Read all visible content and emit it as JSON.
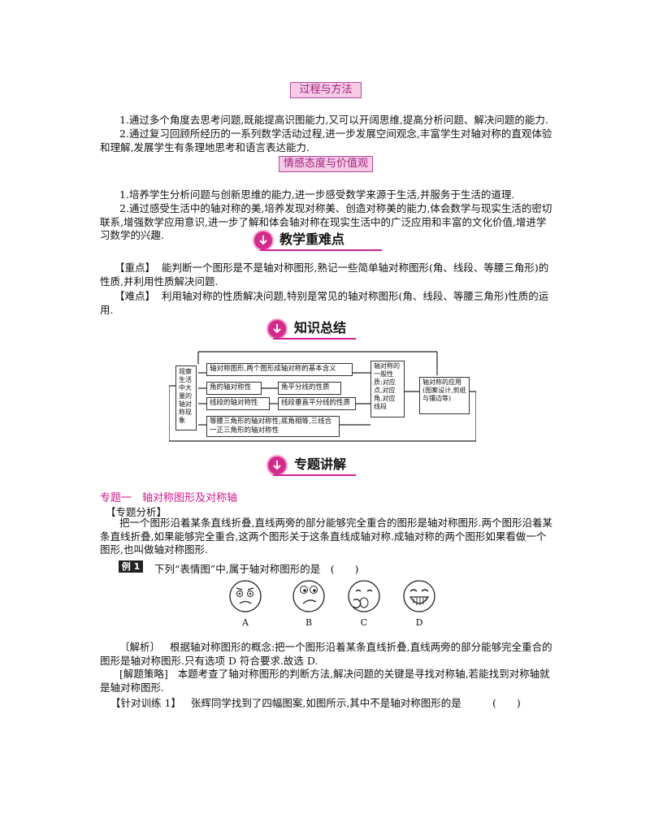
{
  "tags": {
    "process": "过程与方法",
    "emotion": "情感态度与价值观"
  },
  "process_paras": [
    "1.通过多个角度去思考问题,既能提高识图能力,又可以开阔思维,提高分析问题、解决问题的能力.",
    "2.通过复习回顾所经历的一系列数学活动过程,进一步发展空间观念,丰富学生对轴对称的直观体验和理解,发展学生有条理地思考和语言表达能力."
  ],
  "emotion_paras": [
    "1.培养学生分析问题与创新思维的能力,进一步感受数学来源于生活,并服务于生活的道理.",
    "2.通过感受生活中的轴对称的美,培养发现对称美、创造对称美的能力,体会数学与现实生活的密切联系,增强数学应用意识,进一步了解和体会轴对称在现实生活中的广泛应用和丰富的文化价值,增进学习数学的兴趣."
  ],
  "sections": {
    "key": "教学重难点",
    "summary": "知识总结",
    "topic": "专题讲解"
  },
  "key_points": {
    "zhongdian_label": "【重点】",
    "zhongdian_text": "能判断一个图形是不是轴对称图形,熟记一些简单轴对称图形(角、线段、等腰三角形)的性质,并利用性质解决问题.",
    "nandian_label": "【难点】",
    "nandian_text": "利用轴对称的性质解决问题,特别是常见的轴对称图形(角、线段、等腰三角形)性质的运用."
  },
  "flowchart": {
    "left": "观察生活中大量的轴对称现象",
    "b1": "轴对称图形,两个图形成轴对称的基本含义",
    "b2": "角的轴对称性",
    "b2r": "角平分线的性质",
    "b3": "线段的轴对称性",
    "b3r": "线段垂直平分线的性质",
    "b4": "等腰三角形的轴对称性;底角相等,三线合一正三角形的轴对称性",
    "mid": "轴对称的一般性质:对应点,对应角,对应线段",
    "right": "轴对称的应用(图案设计,剪纸与镶边等)"
  },
  "topic1": {
    "title": "专题一　轴对称图形及对称轴",
    "analysis_label": "【专题分析】",
    "analysis_text": "把一个图形沿着某条直线折叠,直线两旁的部分能够完全重合的图形是轴对称图形.两个图形沿着某条直线折叠,如果能够完全重合,这两个图形关于这条直线成轴对称.成轴对称的两个图形如果看做一个图形,也叫做轴对称图形.",
    "example_badge": "例 1",
    "example_text": "下列“表情图”中,属于轴对称图形的是　(　　)",
    "options": [
      "A",
      "B",
      "C",
      "D"
    ],
    "jiexi_label": "〔解析〕",
    "jiexi_text": "根据轴对称图形的概念:把一个图形沿着某条直线折叠,直线两旁的部分能够完全重合的图形是轴对称图形.只有选项 D 符合要求.故选 D.",
    "celue_label": "[解题策略]",
    "celue_text": "本题考查了轴对称图形的判断方法,解决问题的关键是寻找对称轴,若能找到对称轴就是轴对称图形.",
    "practice_label": "【针对训练 1】",
    "practice_text": "张辉同学找到了四幅图案,如图所示,其中不是轴对称图形的是",
    "practice_paren": "(　　)"
  }
}
